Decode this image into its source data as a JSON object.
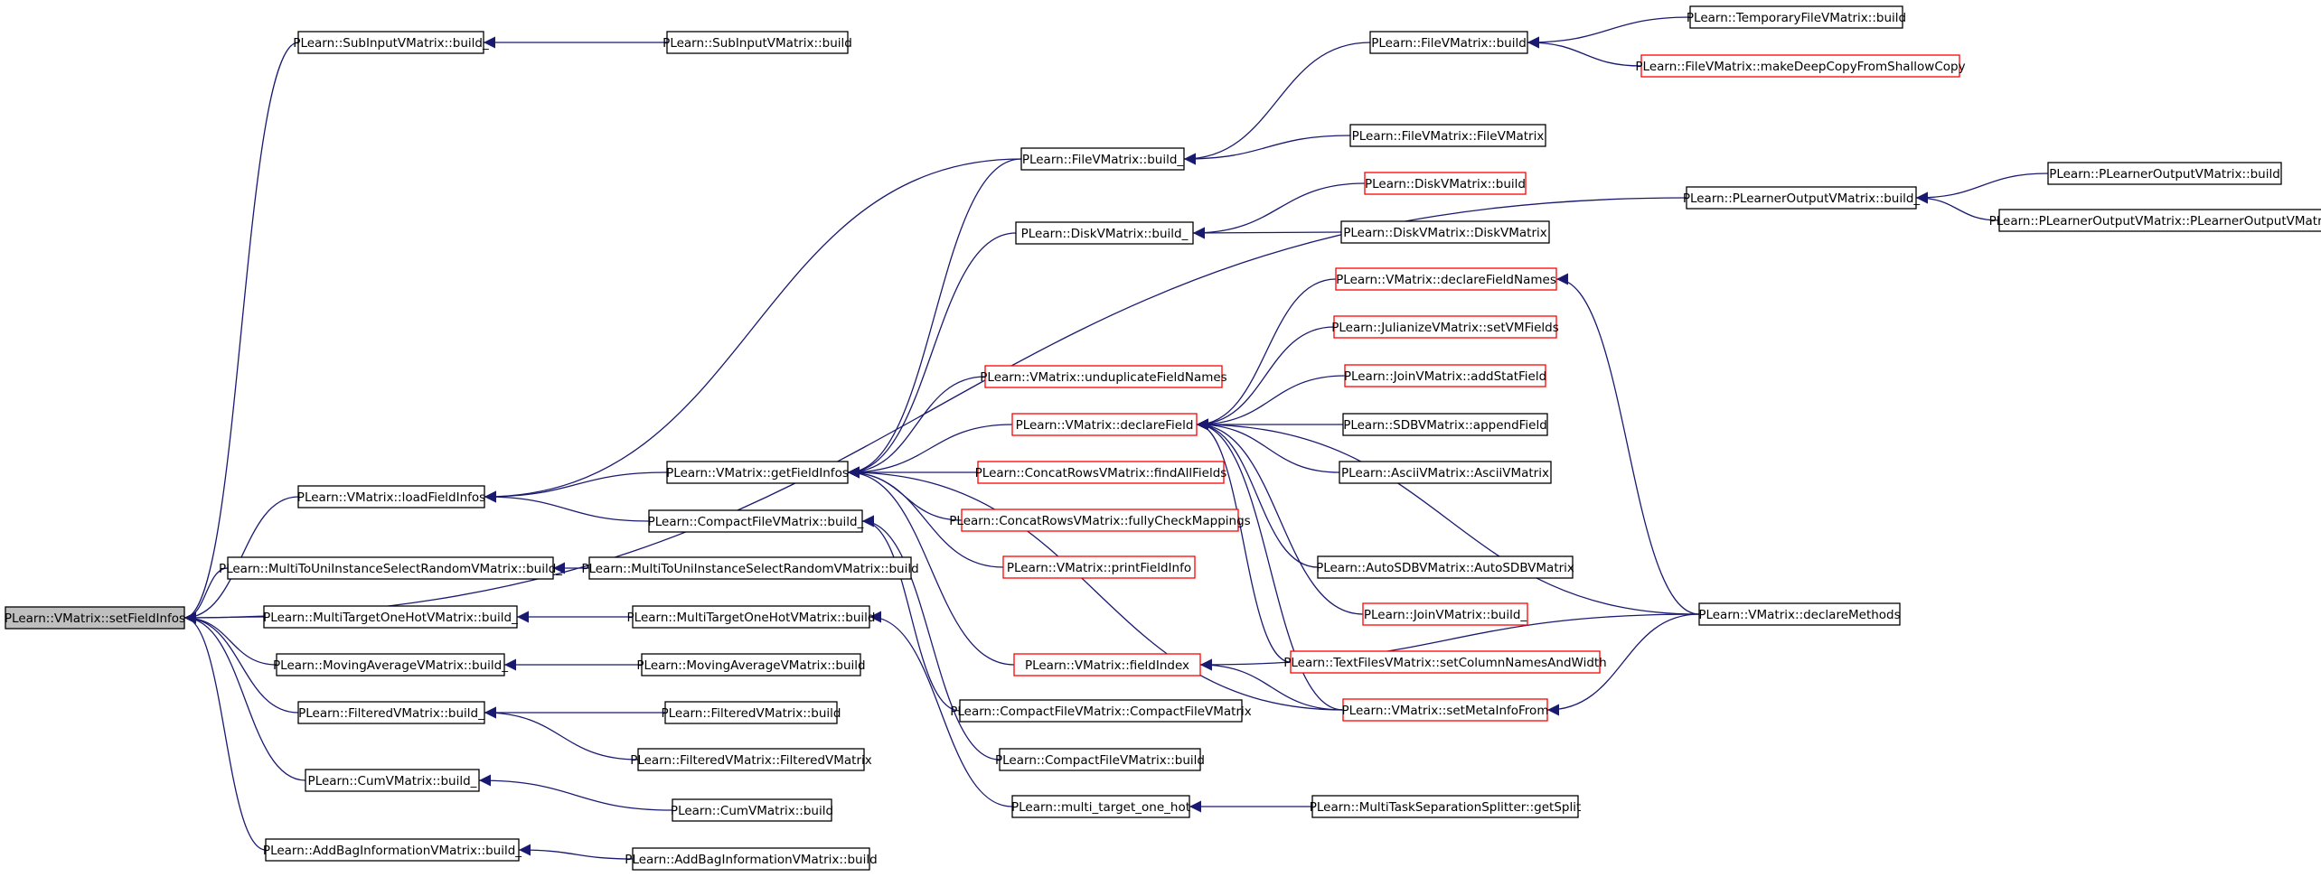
{
  "colors": {
    "edge": "#191970",
    "node_border_default": "#000000",
    "node_border_highlight": "#ff0000",
    "root_fill": "#bfbfbf",
    "node_fill": "#ffffff",
    "text": "#000000"
  },
  "nodes": [
    {
      "id": "n0",
      "label": "PLearn::VMatrix::setFieldInfos",
      "root": true
    },
    {
      "id": "n1",
      "label": "PLearn::SubInputVMatrix::build_"
    },
    {
      "id": "n2",
      "label": "PLearn::SubInputVMatrix::build"
    },
    {
      "id": "n3",
      "label": "PLearn::VMatrix::loadFieldInfos"
    },
    {
      "id": "n4",
      "label": "PLearn::FileVMatrix::build_"
    },
    {
      "id": "n5",
      "label": "PLearn::FileVMatrix::build"
    },
    {
      "id": "n6",
      "label": "PLearn::TemporaryFileVMatrix::build"
    },
    {
      "id": "n7",
      "label": "PLearn::FileVMatrix::makeDeepCopyFromShallowCopy",
      "highlight": true
    },
    {
      "id": "n8",
      "label": "PLearn::FileVMatrix::FileVMatrix"
    },
    {
      "id": "n9",
      "label": "PLearn::DiskVMatrix::build_"
    },
    {
      "id": "n10",
      "label": "PLearn::DiskVMatrix::build",
      "highlight": true
    },
    {
      "id": "n11",
      "label": "PLearn::DiskVMatrix::DiskVMatrix"
    },
    {
      "id": "n12",
      "label": "PLearn::PLearnerOutputVMatrix::build_"
    },
    {
      "id": "n13",
      "label": "PLearn::PLearnerOutputVMatrix::build"
    },
    {
      "id": "n14",
      "label": "PLearn::PLearnerOutputVMatrix::PLearnerOutputVMatrix"
    },
    {
      "id": "n15",
      "label": "PLearn::VMatrix::getFieldInfos"
    },
    {
      "id": "n16",
      "label": "PLearn::VMatrix::unduplicateFieldNames",
      "highlight": true
    },
    {
      "id": "n17",
      "label": "PLearn::VMatrix::declareField",
      "highlight": true
    },
    {
      "id": "n18",
      "label": "PLearn::VMatrix::declareFieldNames",
      "highlight": true
    },
    {
      "id": "n19",
      "label": "PLearn::JulianizeVMatrix::setVMFields",
      "highlight": true
    },
    {
      "id": "n20",
      "label": "PLearn::JoinVMatrix::addStatField",
      "highlight": true
    },
    {
      "id": "n21",
      "label": "PLearn::SDBVMatrix::appendField"
    },
    {
      "id": "n22",
      "label": "PLearn::AsciiVMatrix::AsciiVMatrix"
    },
    {
      "id": "n23",
      "label": "PLearn::ConcatRowsVMatrix::findAllFields",
      "highlight": true
    },
    {
      "id": "n24",
      "label": "PLearn::ConcatRowsVMatrix::fullyCheckMappings",
      "highlight": true
    },
    {
      "id": "n25",
      "label": "PLearn::CompactFileVMatrix::build_"
    },
    {
      "id": "n26",
      "label": "PLearn::VMatrix::printFieldInfo",
      "highlight": true
    },
    {
      "id": "n27",
      "label": "PLearn::AutoSDBVMatrix::AutoSDBVMatrix"
    },
    {
      "id": "n28",
      "label": "PLearn::MultiToUniInstanceSelectRandomVMatrix::build_"
    },
    {
      "id": "n29",
      "label": "PLearn::MultiToUniInstanceSelectRandomVMatrix::build"
    },
    {
      "id": "n30",
      "label": "PLearn::JoinVMatrix::build_",
      "highlight": true
    },
    {
      "id": "n31",
      "label": "PLearn::VMatrix::declareMethods"
    },
    {
      "id": "n32",
      "label": "PLearn::MultiTargetOneHotVMatrix::build_"
    },
    {
      "id": "n33",
      "label": "PLearn::MultiTargetOneHotVMatrix::build"
    },
    {
      "id": "n34",
      "label": "PLearn::TextFilesVMatrix::setColumnNamesAndWidth",
      "highlight": true
    },
    {
      "id": "n35",
      "label": "PLearn::VMatrix::fieldIndex",
      "highlight": true
    },
    {
      "id": "n36",
      "label": "PLearn::MovingAverageVMatrix::build_"
    },
    {
      "id": "n37",
      "label": "PLearn::MovingAverageVMatrix::build"
    },
    {
      "id": "n38",
      "label": "PLearn::VMatrix::setMetaInfoFrom",
      "highlight": true
    },
    {
      "id": "n39",
      "label": "PLearn::CompactFileVMatrix::CompactFileVMatrix"
    },
    {
      "id": "n40",
      "label": "PLearn::FilteredVMatrix::build_"
    },
    {
      "id": "n41",
      "label": "PLearn::FilteredVMatrix::build"
    },
    {
      "id": "n42",
      "label": "PLearn::FilteredVMatrix::FilteredVMatrix"
    },
    {
      "id": "n43",
      "label": "PLearn::CompactFileVMatrix::build"
    },
    {
      "id": "n44",
      "label": "PLearn::CumVMatrix::build_"
    },
    {
      "id": "n45",
      "label": "PLearn::CumVMatrix::build"
    },
    {
      "id": "n46",
      "label": "PLearn::multi_target_one_hot"
    },
    {
      "id": "n47",
      "label": "PLearn::MultiTaskSeparationSplitter::getSplit"
    },
    {
      "id": "n48",
      "label": "PLearn::AddBagInformationVMatrix::build_"
    },
    {
      "id": "n49",
      "label": "PLearn::AddBagInformationVMatrix::build"
    }
  ],
  "edges": [
    [
      "n1",
      "n0"
    ],
    [
      "n3",
      "n0"
    ],
    [
      "n12",
      "n0"
    ],
    [
      "n28",
      "n0"
    ],
    [
      "n32",
      "n0"
    ],
    [
      "n36",
      "n0"
    ],
    [
      "n40",
      "n0"
    ],
    [
      "n44",
      "n0"
    ],
    [
      "n48",
      "n0"
    ],
    [
      "n2",
      "n1"
    ],
    [
      "n4",
      "n3"
    ],
    [
      "n15",
      "n3"
    ],
    [
      "n25",
      "n3"
    ],
    [
      "n5",
      "n4"
    ],
    [
      "n8",
      "n4"
    ],
    [
      "n6",
      "n5"
    ],
    [
      "n7",
      "n5"
    ],
    [
      "n10",
      "n9"
    ],
    [
      "n11",
      "n9"
    ],
    [
      "n13",
      "n12"
    ],
    [
      "n14",
      "n12"
    ],
    [
      "n4",
      "n15"
    ],
    [
      "n9",
      "n15"
    ],
    [
      "n16",
      "n15"
    ],
    [
      "n17",
      "n15"
    ],
    [
      "n23",
      "n15"
    ],
    [
      "n24",
      "n15"
    ],
    [
      "n26",
      "n15"
    ],
    [
      "n35",
      "n15"
    ],
    [
      "n38",
      "n15"
    ],
    [
      "n18",
      "n17"
    ],
    [
      "n19",
      "n17"
    ],
    [
      "n20",
      "n17"
    ],
    [
      "n21",
      "n17"
    ],
    [
      "n22",
      "n17"
    ],
    [
      "n27",
      "n17"
    ],
    [
      "n30",
      "n17"
    ],
    [
      "n31",
      "n17"
    ],
    [
      "n34",
      "n17"
    ],
    [
      "n38",
      "n17"
    ],
    [
      "n31",
      "n18"
    ],
    [
      "n29",
      "n28"
    ],
    [
      "n33",
      "n32"
    ],
    [
      "n46",
      "n33"
    ],
    [
      "n38",
      "n35"
    ],
    [
      "n31",
      "n35"
    ],
    [
      "n31",
      "n38"
    ],
    [
      "n37",
      "n36"
    ],
    [
      "n39",
      "n25"
    ],
    [
      "n43",
      "n25"
    ],
    [
      "n41",
      "n40"
    ],
    [
      "n42",
      "n40"
    ],
    [
      "n45",
      "n44"
    ],
    [
      "n47",
      "n46"
    ],
    [
      "n49",
      "n48"
    ]
  ]
}
